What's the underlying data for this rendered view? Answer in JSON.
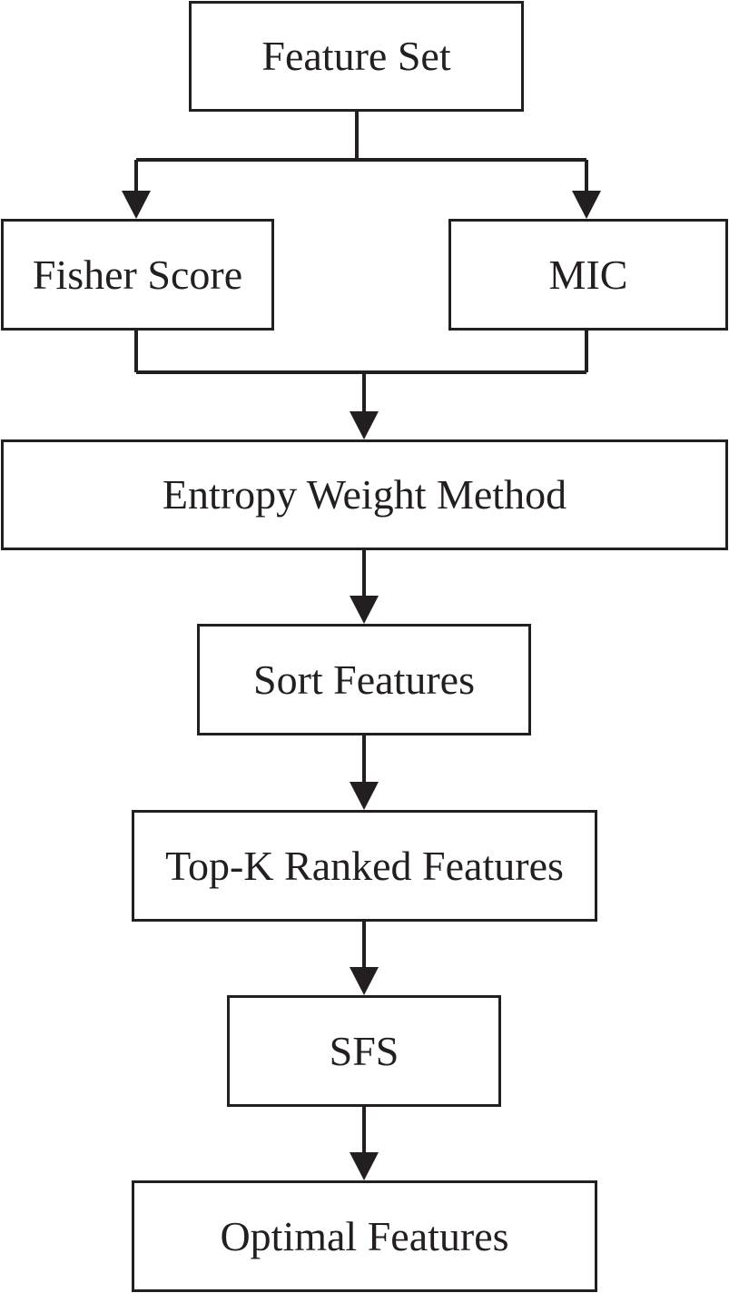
{
  "nodes": {
    "feature_set": "Feature Set",
    "fisher_score": "Fisher Score",
    "mic": "MIC",
    "entropy_weight_method": "Entropy Weight Method",
    "sort_features": "Sort Features",
    "top_k_ranked_features": "Top-K Ranked Features",
    "sfs": "SFS",
    "optimal_features": "Optimal Features"
  },
  "edges": [
    {
      "from": "Feature Set",
      "to": "Fisher Score"
    },
    {
      "from": "Feature Set",
      "to": "MIC"
    },
    {
      "from": "Fisher Score",
      "to": "Entropy Weight Method"
    },
    {
      "from": "MIC",
      "to": "Entropy Weight Method"
    },
    {
      "from": "Entropy Weight Method",
      "to": "Sort Features"
    },
    {
      "from": "Sort Features",
      "to": "Top-K Ranked Features"
    },
    {
      "from": "Top-K Ranked Features",
      "to": "SFS"
    },
    {
      "from": "SFS",
      "to": "Optimal Features"
    }
  ],
  "colors": {
    "line": "#231f20",
    "background": "#ffffff"
  }
}
